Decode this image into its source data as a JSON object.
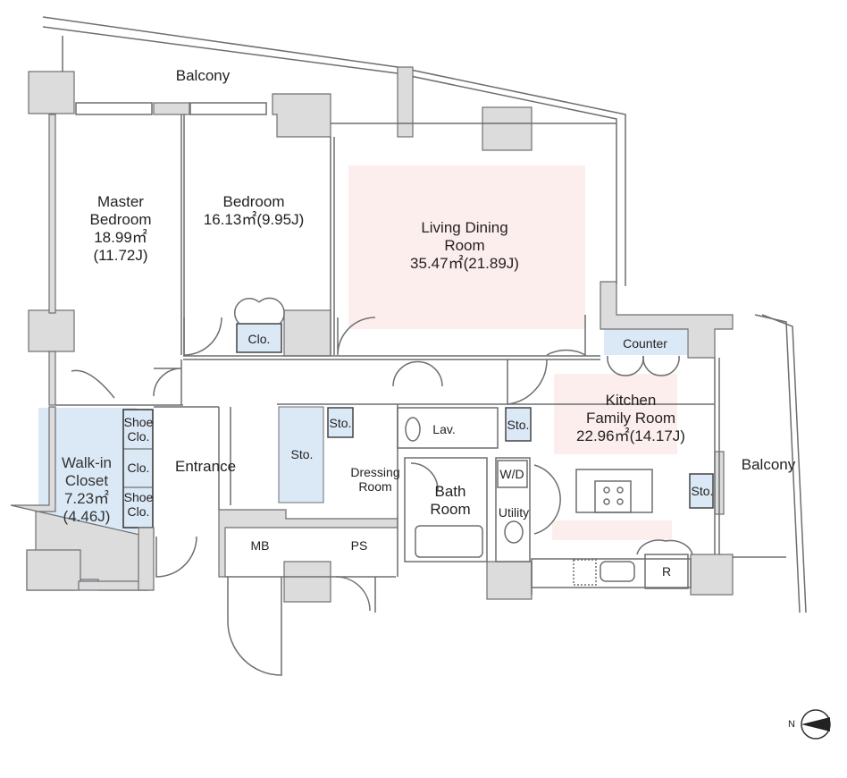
{
  "rooms": {
    "balcony_top": {
      "name": "Balcony"
    },
    "master_bedroom": {
      "name_1": "Master",
      "name_2": "Bedroom",
      "area_m2": "18.99㎡",
      "area_j": "(11.72J)"
    },
    "bedroom": {
      "name": "Bedroom",
      "area": "16.13㎡(9.95J)"
    },
    "bedroom_closet": {
      "name": "Clo."
    },
    "living_dining": {
      "name_1": "Living Dining",
      "name_2": "Room",
      "area": "35.47㎡(21.89J)"
    },
    "counter": {
      "name": "Counter"
    },
    "kitchen": {
      "name_1": "Kitchen",
      "name_2": "Family Room",
      "area": "22.96㎡(14.17J)"
    },
    "balcony_right": {
      "name": "Balcony"
    },
    "walk_in_closet": {
      "name_1": "Walk-in",
      "name_2": "Closet",
      "area_m2": "7.23㎡",
      "area_j": "(4.46J)"
    },
    "shoe_closet_1": {
      "name_1": "Shoe",
      "name_2": "Clo."
    },
    "closet_mid": {
      "name": "Clo."
    },
    "shoe_closet_2": {
      "name_1": "Shoe",
      "name_2": "Clo."
    },
    "entrance": {
      "name": "Entrance"
    },
    "storage_hall": {
      "name": "Sto."
    },
    "storage_small": {
      "name": "Sto."
    },
    "dressing": {
      "name_1": "Dressing",
      "name_2": "Room"
    },
    "lavatory": {
      "name": "Lav."
    },
    "storage_kitchen": {
      "name": "Sto."
    },
    "bath": {
      "name_1": "Bath",
      "name_2": "Room"
    },
    "wd": {
      "name": "W/D"
    },
    "utility": {
      "name": "Utility"
    },
    "storage_right": {
      "name": "Sto."
    },
    "refrigerator": {
      "name": "R"
    },
    "mb": {
      "name": "MB"
    },
    "ps": {
      "name": "PS"
    }
  },
  "compass": {
    "label": "N"
  },
  "colors": {
    "wall": "#dcdcdc",
    "stroke": "#6d6e71",
    "blue": "#dbe9f6",
    "pink": "#fdeeee"
  }
}
